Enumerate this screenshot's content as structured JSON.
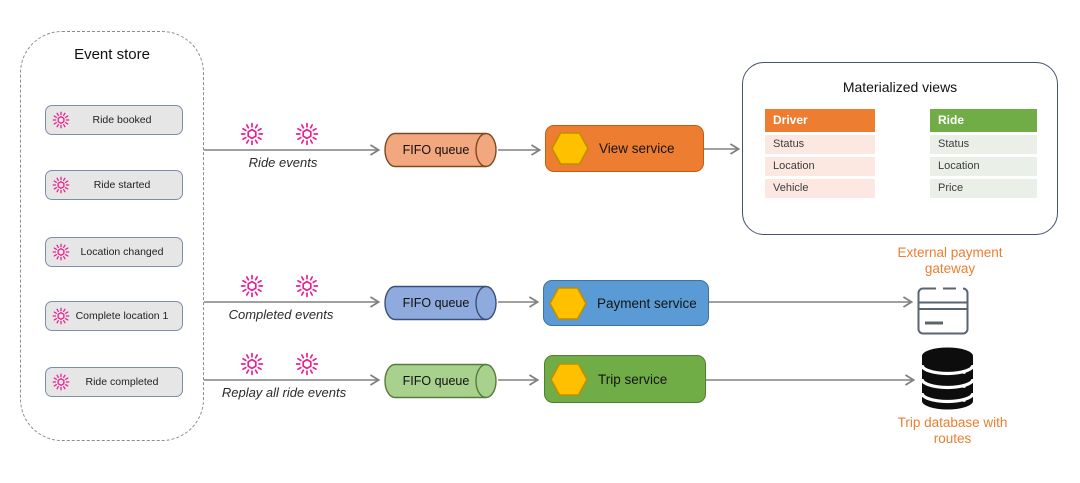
{
  "event_store": {
    "title": "Event store",
    "items": [
      {
        "label": "Ride booked"
      },
      {
        "label": "Ride started"
      },
      {
        "label": "Location changed"
      },
      {
        "label": "Complete location 1"
      },
      {
        "label": "Ride completed"
      }
    ]
  },
  "flows": [
    {
      "label": "Ride events",
      "queue_label": "FIFO queue",
      "service_label": "View service"
    },
    {
      "label": "Completed events",
      "queue_label": "FIFO queue",
      "service_label": "Payment service"
    },
    {
      "label": "Replay all ride events",
      "queue_label": "FIFO queue",
      "service_label": "Trip service"
    }
  ],
  "materialized_views": {
    "title": "Materialized views",
    "tables": [
      {
        "name": "Driver",
        "rows": [
          "Status",
          "Location",
          "Vehicle"
        ]
      },
      {
        "name": "Ride",
        "rows": [
          "Status",
          "Location",
          "Price"
        ]
      }
    ]
  },
  "external_gateway": {
    "label": "External payment gateway"
  },
  "trip_database": {
    "label": "Trip database with routes"
  },
  "colors": {
    "accent_orange": "#ED7D31",
    "accent_blue": "#5B9BD5",
    "accent_green": "#70AD47",
    "queue_orange": "#F2A77E",
    "queue_blue": "#8FAADC",
    "queue_green": "#A9D18E",
    "hexagon_yellow": "#FFC000",
    "event_icon_pink": "#EB1E8E",
    "arrow_gray": "#808080",
    "driver_row_bg": "#FCE8E0",
    "ride_row_bg": "#EAEFE7",
    "event_item_bg": "#E7E6E6",
    "event_item_border": "#7C8FA8"
  }
}
